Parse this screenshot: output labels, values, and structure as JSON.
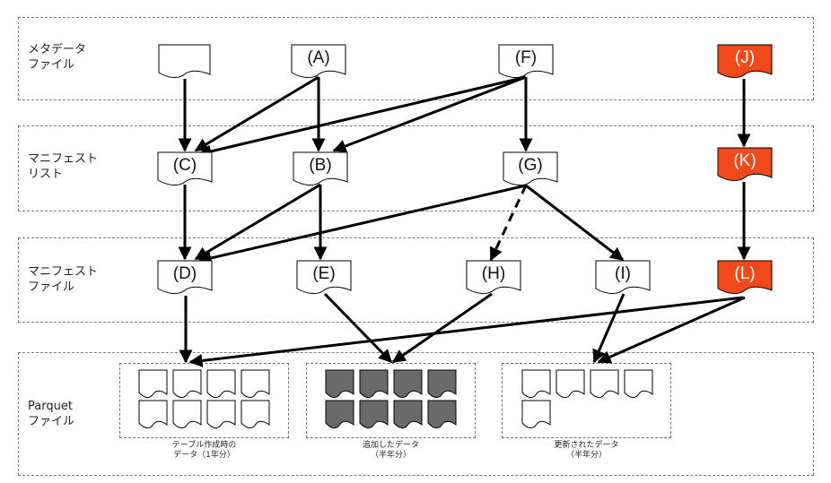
{
  "layers": {
    "metadata": "メタデータ\nファイル",
    "manifest_list": "マニフェスト\nリスト",
    "manifest_file": "マニフェスト\nファイル",
    "parquet": "Parquet\nファイル"
  },
  "nodes": {
    "A": "(A)",
    "F": "(F)",
    "J": "(J)",
    "C": "(C)",
    "B": "(B)",
    "G": "(G)",
    "K": "(K)",
    "D": "(D)",
    "E": "(E)",
    "H": "(H)",
    "I": "(I)",
    "L": "(L)"
  },
  "groups": {
    "initial": "テーブル作成時の\nデータ（1年分）",
    "added": "追加したデータ\n（半年分）",
    "updated": "更新されたデータ\n（半年分）"
  },
  "colors": {
    "highlight": "#f04a1c",
    "filled_file": "#6a6a6a",
    "stroke": "#000000"
  }
}
